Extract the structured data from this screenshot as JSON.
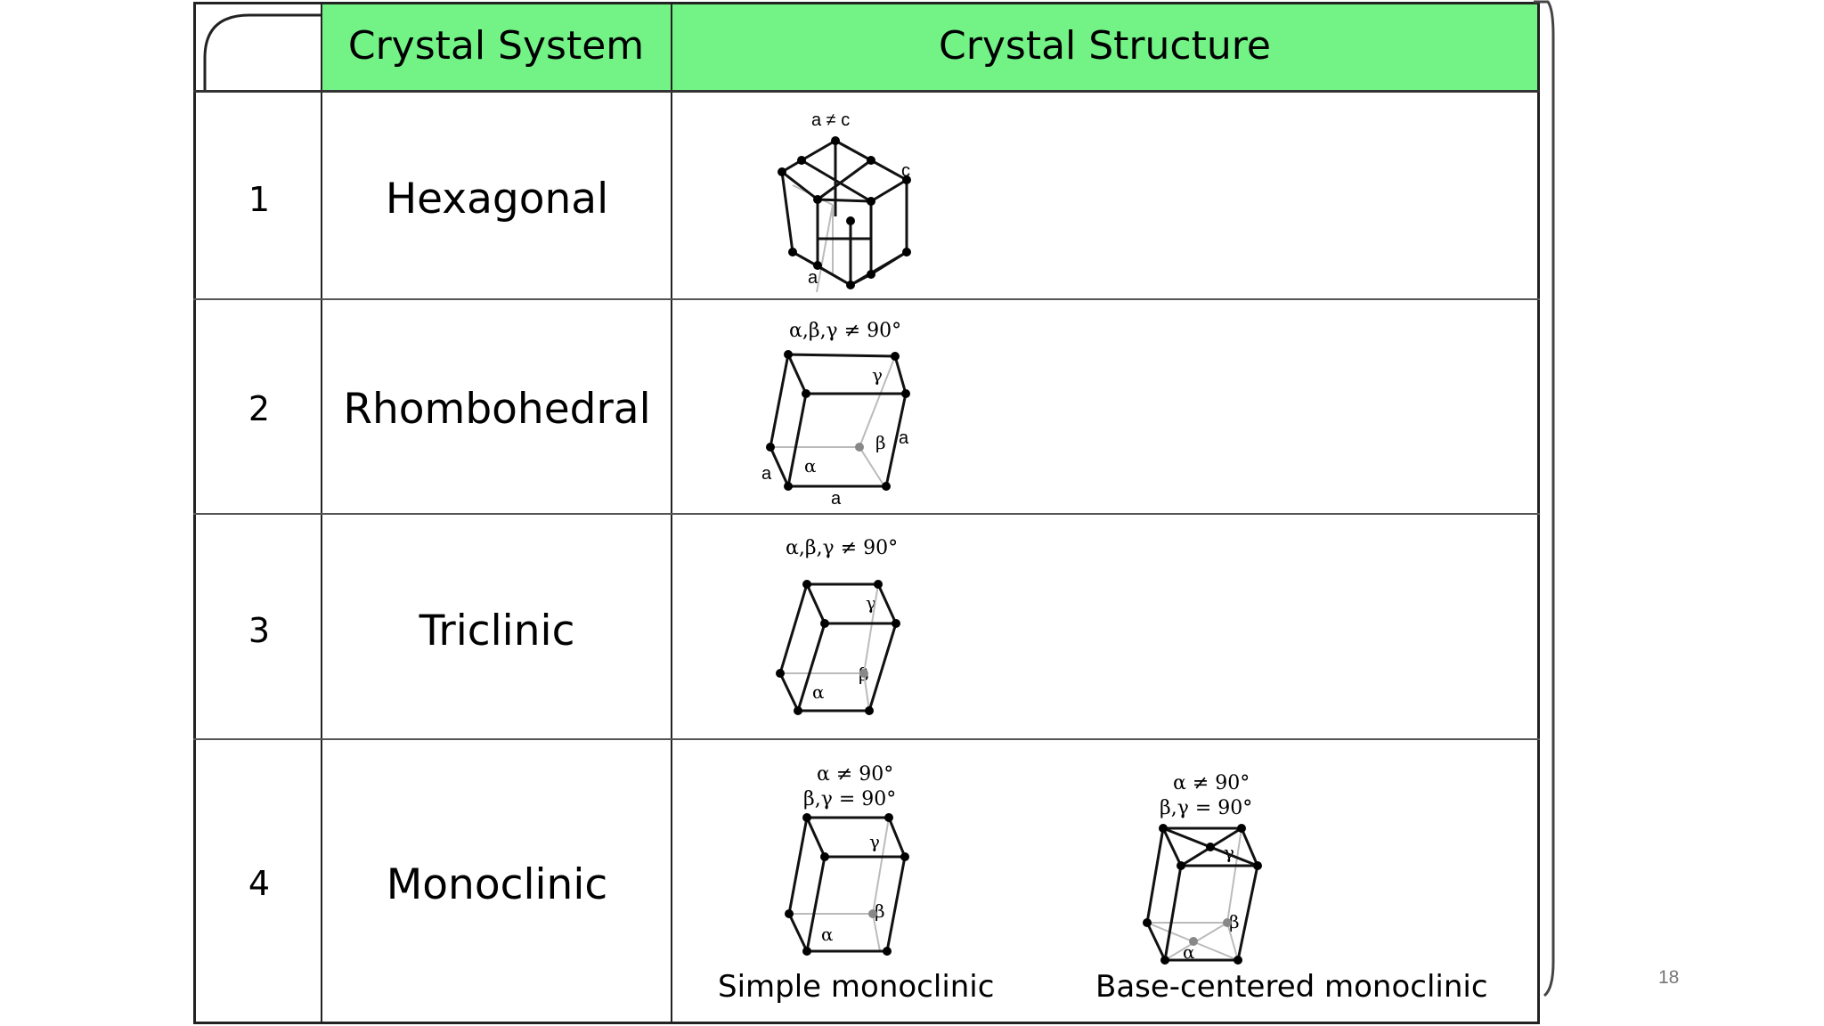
{
  "table": {
    "header": {
      "corner": "",
      "system_label": "Crystal System",
      "structure_label": "Crystal Structure"
    },
    "rows": [
      {
        "number": "1",
        "system": "Hexagonal",
        "diagram": {
          "labels": {
            "top": "a ≠ c",
            "side": "c",
            "bottom": "a"
          }
        }
      },
      {
        "number": "2",
        "system": "Rhombohedral",
        "diagram": {
          "labels": {
            "top": "α,β,γ ≠ 90°",
            "gamma": "γ",
            "beta": "β",
            "alpha": "α",
            "a_left": "a",
            "a_bottom": "a",
            "a_right": "a"
          }
        }
      },
      {
        "number": "3",
        "system": "Triclinic",
        "diagram": {
          "labels": {
            "top": "α,β,γ ≠ 90°",
            "gamma": "γ",
            "beta": "β",
            "alpha": "α"
          }
        }
      },
      {
        "number": "4",
        "system": "Monoclinic",
        "diagrams": [
          {
            "caption": "Simple monoclinic",
            "labels": {
              "top1": "α ≠ 90°",
              "top2": "β,γ = 90°",
              "gamma": "γ",
              "beta": "β",
              "alpha": "α"
            }
          },
          {
            "caption": "Base-centered monoclinic",
            "labels": {
              "top1": "α ≠ 90°",
              "top2": "β,γ = 90°",
              "gamma": "γ",
              "beta": "β",
              "alpha": "α"
            }
          }
        ]
      }
    ]
  },
  "slide_number": "18",
  "colors": {
    "header_fill": "#73f286",
    "border": "#222222"
  }
}
